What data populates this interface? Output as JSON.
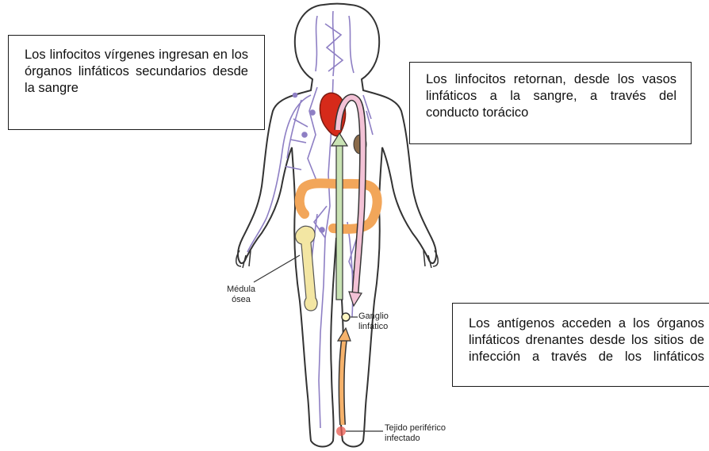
{
  "boxes": {
    "left": "Los linfocitos vírgenes ingresan en los órganos linfáticos secundarios desde la sangre",
    "right": "Los linfocitos retornan, desde los vasos linfáticos a la sangre, a través del conducto torácico",
    "bottom": "Los antígenos acceden a los órganos linfáticos drenantes desde los sitios de infección a través de los linfáticos"
  },
  "labels": {
    "medula_1": "Médula",
    "medula_2": "ósea",
    "ganglio_1": "Ganglio",
    "ganglio_2": "linfático",
    "tejido_1": "Tejido periférico",
    "tejido_2": "infectado"
  },
  "colors": {
    "outline": "#333333",
    "vessels": "#8e7fc4",
    "heart": "#d62a1a",
    "intestine": "#f2a65a",
    "bone": "#f3e6a3",
    "arrow_up_green": "#c9e3b4",
    "arrow_down_pink": "#f3c2d6",
    "arrow_orange": "#f6b26b",
    "infection": "#e8594f"
  }
}
